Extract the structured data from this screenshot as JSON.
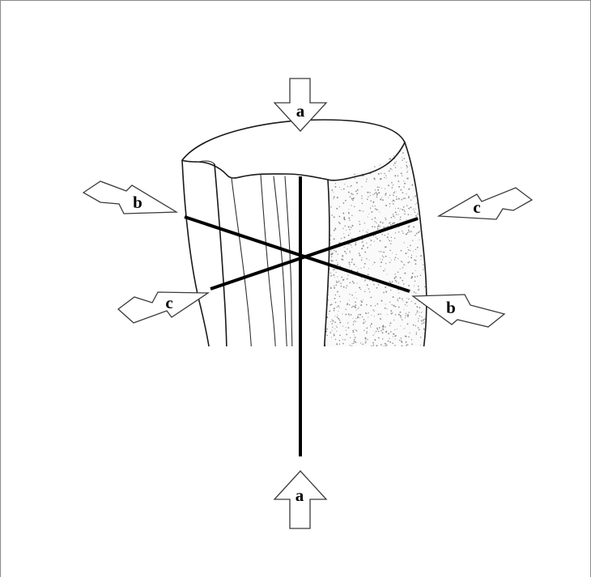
{
  "arrows": {
    "a_top": "a",
    "a_bottom": "a",
    "b_left": "b",
    "b_right": "b",
    "c_left": "c",
    "c_right": "c"
  },
  "colors": {
    "line": "#000000",
    "outline": "#1a1a1a",
    "stipple": "#8c8c8c",
    "arrow_fill": "#ffffff"
  }
}
